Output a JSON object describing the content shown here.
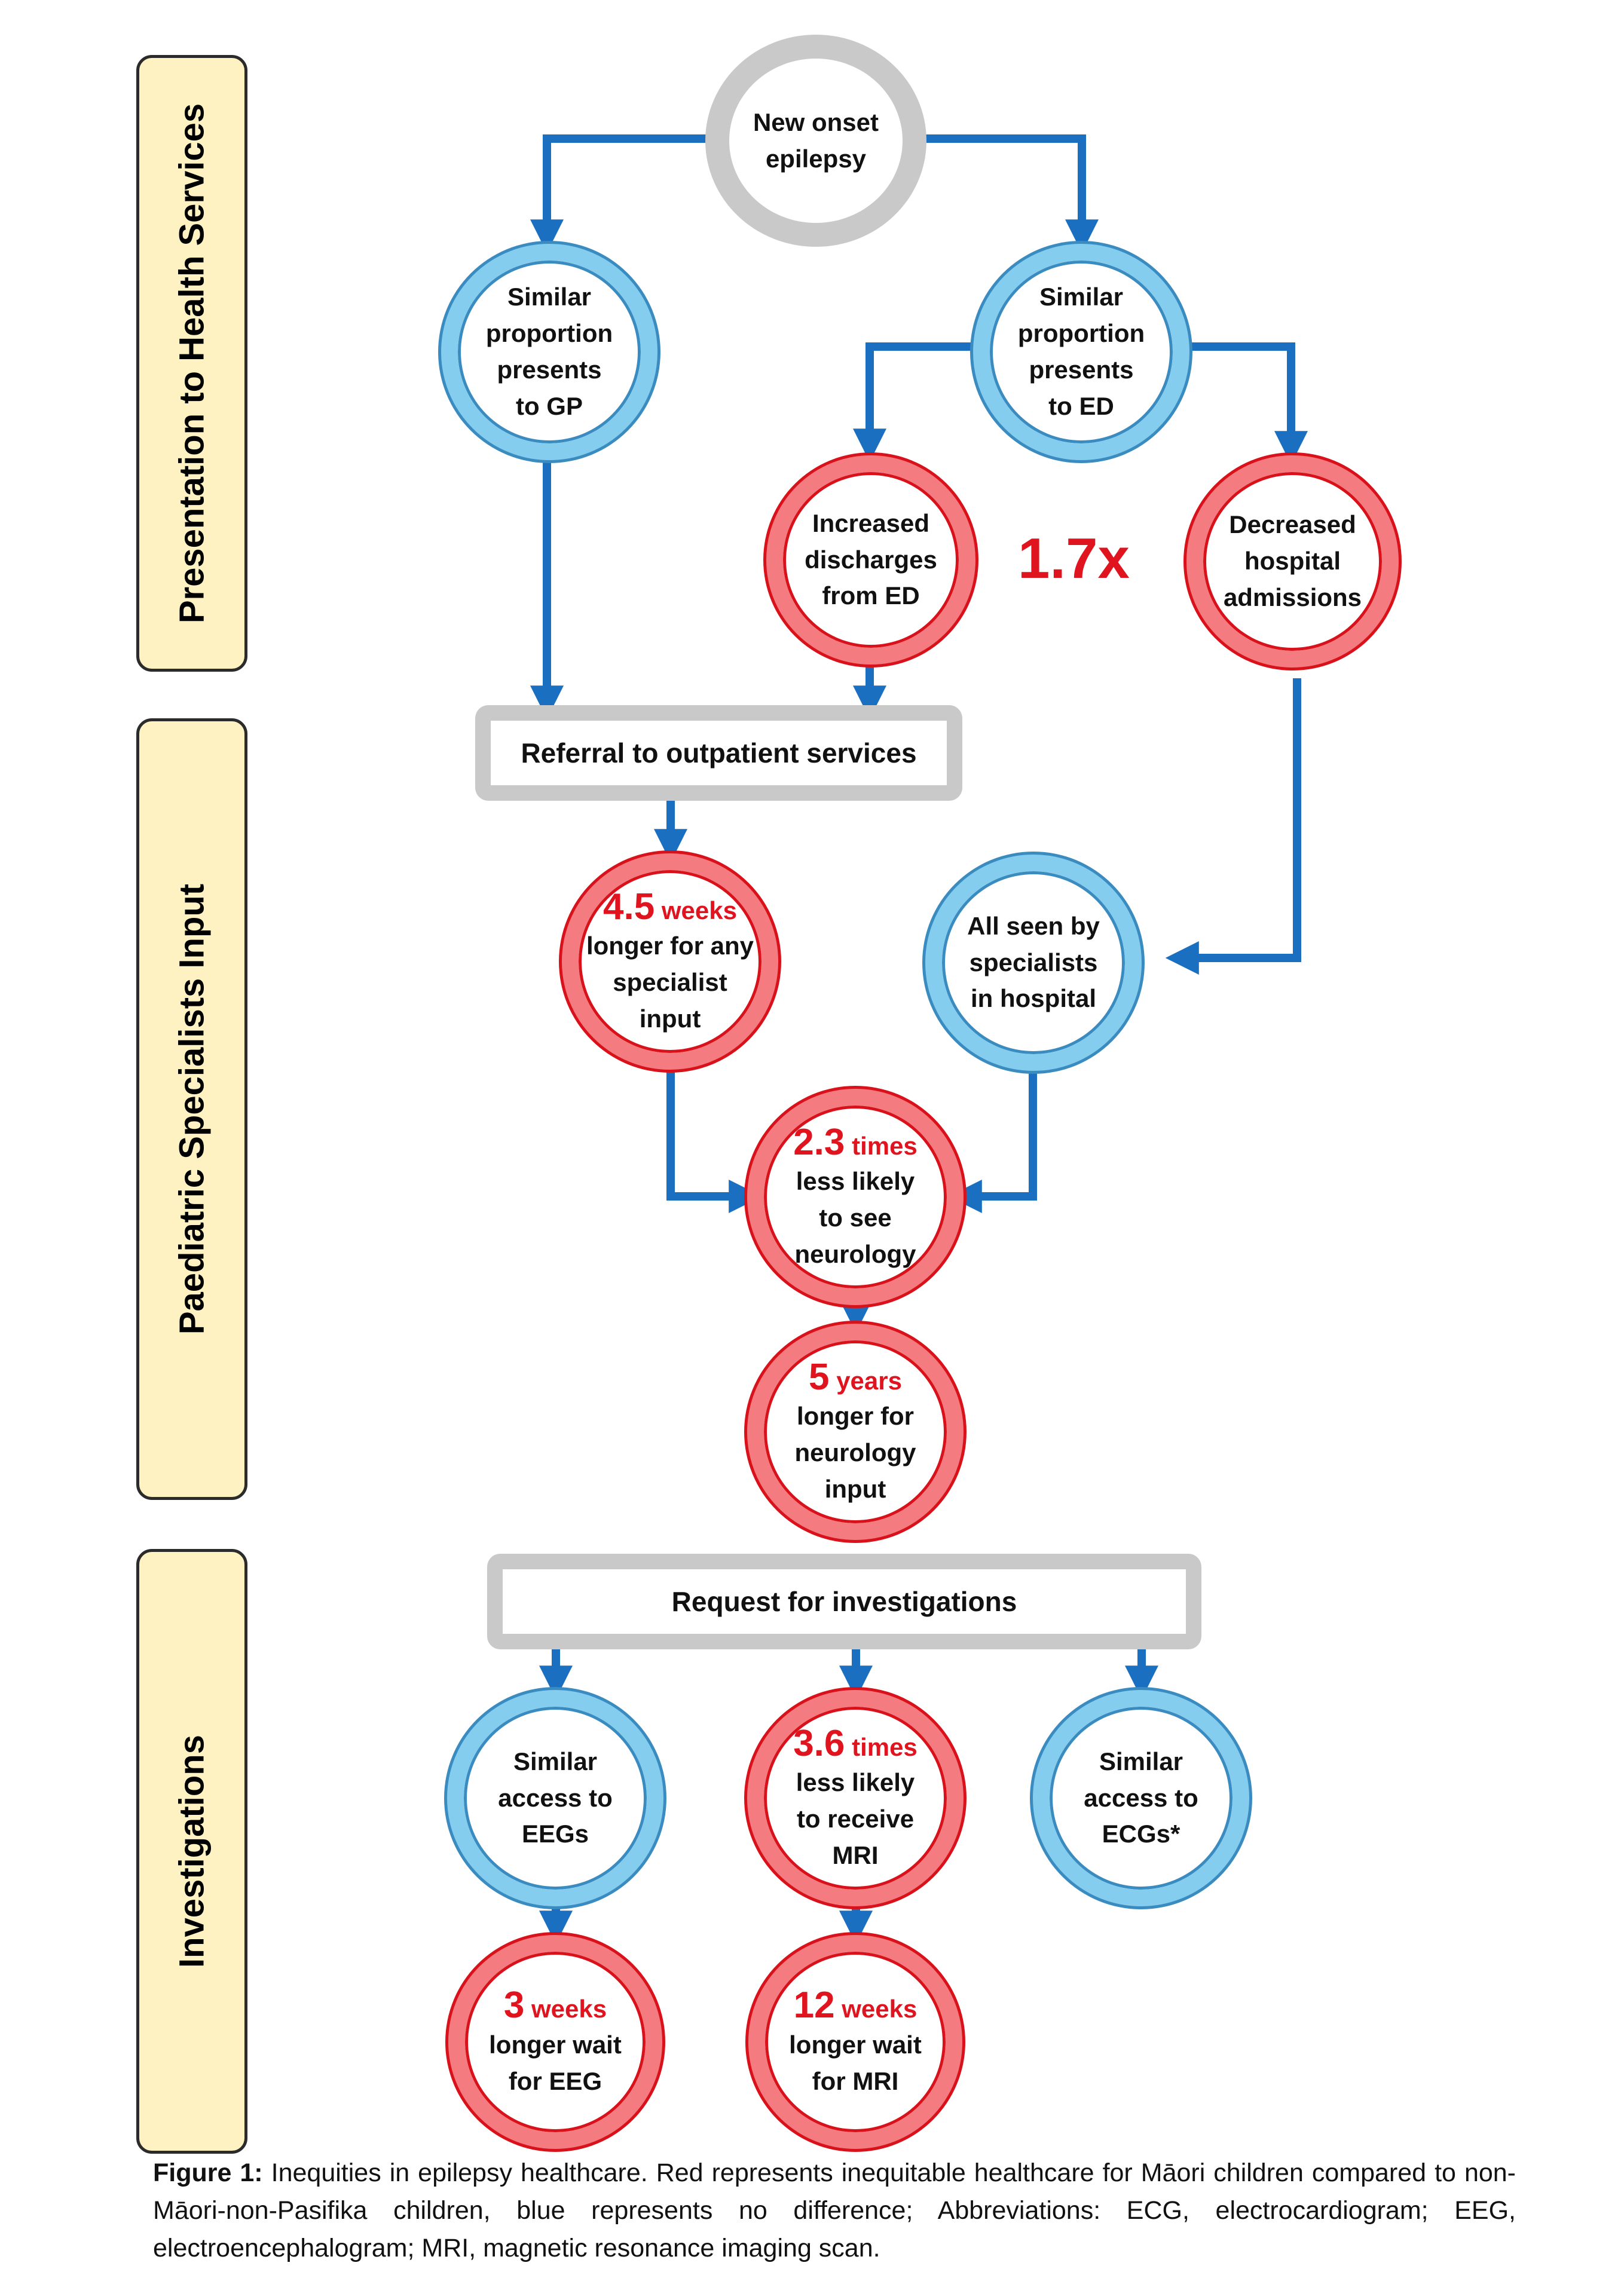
{
  "bands": [
    {
      "label": "Presentation to Health Services"
    },
    {
      "label": "Paediatric Specialists Input"
    },
    {
      "label": "Investigations"
    }
  ],
  "nodes": {
    "new_onset": {
      "lines": [
        "New onset",
        "epilepsy"
      ]
    },
    "gp": {
      "lines": [
        "Similar",
        "proportion",
        "presents",
        "to GP"
      ]
    },
    "ed": {
      "lines": [
        "Similar",
        "proportion",
        "presents",
        "to ED"
      ]
    },
    "discharges": {
      "lines": [
        "Increased",
        "discharges",
        "from ED"
      ]
    },
    "admissions": {
      "lines": [
        "Decreased",
        "hospital",
        "admissions"
      ]
    },
    "wait_specialist": {
      "stat": "4.5",
      "unit": "weeks",
      "lines": [
        "longer for any",
        "specialist",
        "input"
      ]
    },
    "in_hospital": {
      "lines": [
        "All seen by",
        "specialists",
        "in hospital"
      ]
    },
    "neurology_likely": {
      "stat": "2.3",
      "unit": "times",
      "lines": [
        "less likely",
        "to see",
        "neurology"
      ]
    },
    "neurology_years": {
      "stat": "5",
      "unit": "years",
      "lines": [
        "longer for",
        "neurology",
        "input"
      ]
    },
    "eeg_access": {
      "lines": [
        "Similar",
        "access to",
        "EEGs"
      ]
    },
    "mri_likely": {
      "stat": "3.6",
      "unit": "times",
      "lines": [
        "less likely",
        "to receive",
        "MRI"
      ]
    },
    "ecg_access": {
      "lines": [
        "Similar",
        "access to",
        "ECGs*"
      ]
    },
    "eeg_wait": {
      "stat": "3",
      "unit": "weeks",
      "lines": [
        "longer wait",
        "for EEG"
      ]
    },
    "mri_wait": {
      "stat": "12",
      "unit": "weeks",
      "lines": [
        "longer wait",
        "for MRI"
      ]
    }
  },
  "boxes": {
    "referral": "Referral to outpatient services",
    "investigations": "Request for investigations"
  },
  "ratio_label": "1.7x",
  "caption": {
    "label": "Figure 1:",
    "text": " Inequities in epilepsy healthcare. Red represents inequitable healthcare for Māori children compared to non-Māori-non-Pasifika children, blue represents no difference; Abbreviations: ECG, electrocardiogram; EEG, electroencephalogram; MRI, magnetic resonance imaging scan."
  },
  "colors": {
    "arrow": "#1a6fc0",
    "blue_ring": "#85cdee",
    "red_ring": "#f47c80",
    "grey_ring": "#c9c9c9",
    "stat_red": "#e0141e",
    "band_fill": "#fef2c2"
  }
}
